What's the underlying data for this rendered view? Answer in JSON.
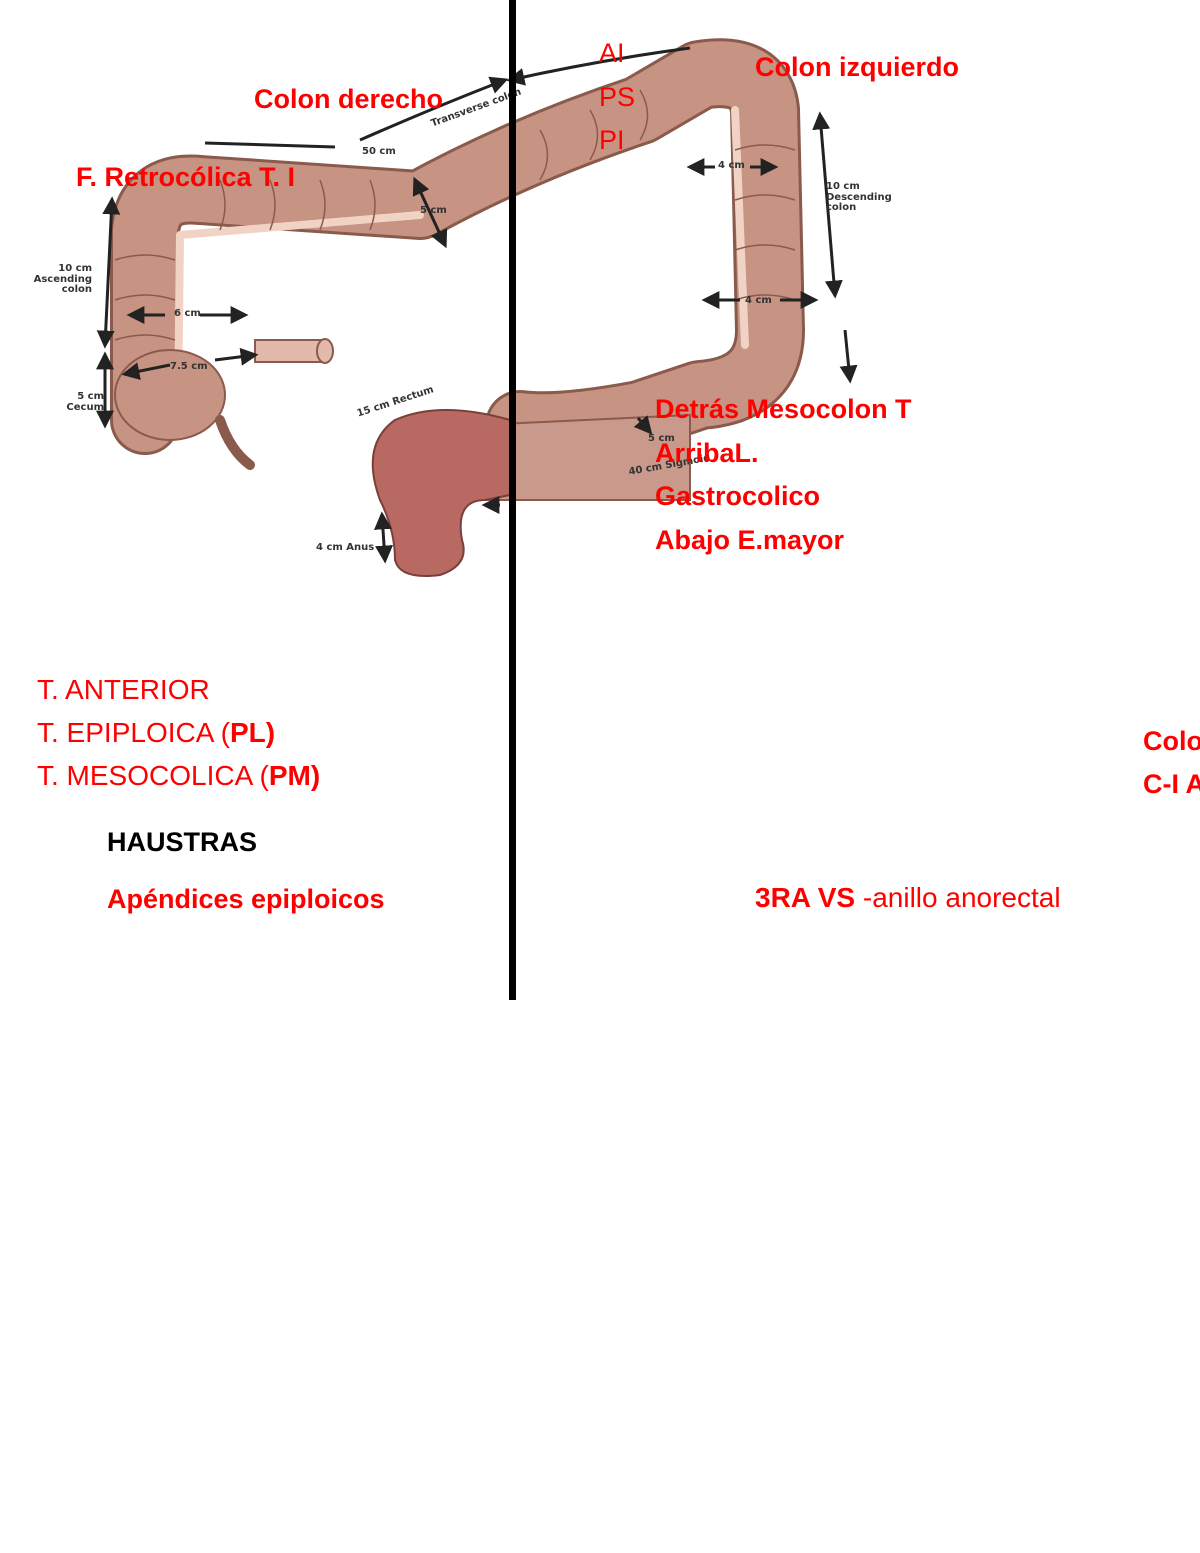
{
  "colors": {
    "annotation": "#ff0000",
    "heading": "#000000",
    "divider": "#000000",
    "colon": "#c79383"
  },
  "illustration": {
    "transverse_length": "50 cm",
    "transverse_label": "Transverse colon",
    "transverse_width": "5 cm",
    "ascending_length": "10 cm",
    "ascending_label": "Ascending colon",
    "ascending_width": "6 cm",
    "cecum_width": "7.5 cm",
    "cecum_length": "5 cm",
    "cecum_label": "Cecum",
    "descending_top_width": "4 cm",
    "descending_length": "10 cm",
    "descending_label": "Descending colon",
    "descending_width": "4 cm",
    "rectum_length": "15 cm Rectum",
    "sigmoid_width": "5 cm",
    "sigmoid_length": "40 cm Sigmoid",
    "anus_length": "4 cm Anus"
  },
  "annotations": {
    "colon_derecho": "Colon derecho",
    "f_retrocolica": "F. Retrocólica  T. I",
    "ai": "AI",
    "ps": "PS",
    "pi": "PI",
    "colon_izquierdo": "Colon izquierdo",
    "detras_1": "Detrás Mesocolon T",
    "detras_2": "ArribaL.",
    "detras_3": "Gastrocolico",
    "detras_4": "Abajo E.mayor"
  },
  "taenia": {
    "anterior": "T. ANTERIOR",
    "epiploica_prefix": "T. EPIPLOICA  (",
    "epiploica_bold": "PL)",
    "mesocolica_prefix": "T. MESOCOLICA (",
    "mesocolica_bold": "PM)"
  },
  "haustras": "HAUSTRAS",
  "apendices": "Apéndices epiploicos",
  "vs_bold": "3RA VS",
  "vs_rest": " -anillo anorectal",
  "right_cut_1": "Colo",
  "right_cut_2": "C-I A"
}
